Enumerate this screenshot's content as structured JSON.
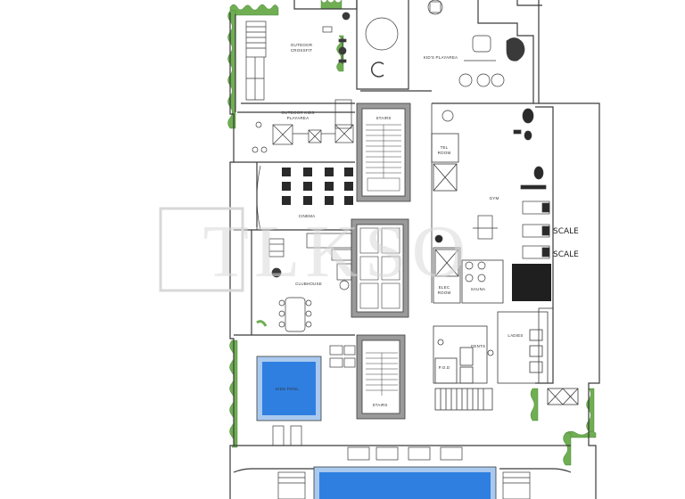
{
  "plan": {
    "labels": {
      "outdoor_crossfit": [
        "OUTDOOR",
        "CROSSFIT"
      ],
      "kids_playarea": "KID'S PLAYAREA",
      "outdoor_kids_playarea": [
        "OUTDOOR KIDS",
        "PLAYAREA"
      ],
      "stairs_top": "STAIRS",
      "stairs_bottom": "STAIRS",
      "tel_room": [
        "TEL",
        "ROOM"
      ],
      "gym": "GYM",
      "cinema": "CINEMA",
      "clubhouse": "CLUBHOUSE",
      "elec_room": [
        "ELEC",
        "ROOM"
      ],
      "sauna": "SAUNA",
      "gents": "GENTS",
      "ladies": "LADIES",
      "pod": "P.O.D",
      "kids_pool": "KIDS POOL"
    },
    "side_labels": [
      "SCALE",
      "SCALE"
    ],
    "colors": {
      "wall": "#3a3a3a",
      "wall_gray": "#9a9a9a",
      "greenery": "#6fae52",
      "pool_water": "#2f7fe0",
      "pool_edge": "#a9c9ef",
      "dark_fill": "#1f1f1f"
    }
  },
  "watermark": {
    "text": "TLKSO",
    "color": "#d8d8d8"
  }
}
